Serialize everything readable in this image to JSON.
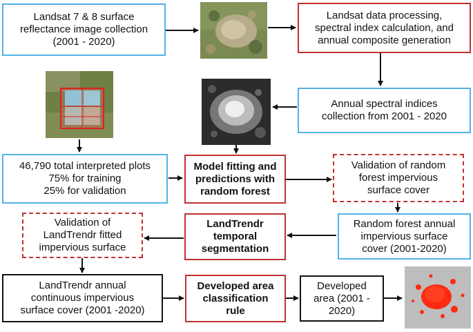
{
  "boxes": {
    "landsat_collection": [
      "Landsat 7 & 8 surface",
      "reflectance image collection",
      "(2001 - 2020)"
    ],
    "data_processing": [
      "Landsat data processing,",
      "spectral index calculation, and",
      "annual composite generation"
    ],
    "spectral_indices": [
      "Annual spectral indices",
      "collection from 2001 - 2020"
    ],
    "interpreted_plots": [
      "46,790 total interpreted plots",
      "75% for training",
      "25% for validation"
    ],
    "model_fitting": [
      "Model fitting and",
      "predictions with",
      "random forest"
    ],
    "validation_rf": [
      "Validation of random",
      "forest impervious",
      "surface cover"
    ],
    "rf_annual": [
      "Random forest annual",
      "impervious surface",
      "cover (2001-2020)"
    ],
    "landtrendr_seg": [
      "LandTrendr",
      "temporal",
      "segmentation"
    ],
    "validation_lt": [
      "Validation of",
      "LandTrendr fitted",
      "impervious surface"
    ],
    "lt_annual": [
      "LandTrendr annual",
      "continuous impervious",
      "surface cover (2001 -2020)"
    ],
    "classification_rule": [
      "Developed area",
      "classification",
      "rule"
    ],
    "developed_area": [
      "Developed",
      "area (2001 -",
      "2020)"
    ]
  },
  "colors": {
    "blue_border": "#4fb3e8",
    "red_border": "#c0302f",
    "black_border": "#111111"
  }
}
